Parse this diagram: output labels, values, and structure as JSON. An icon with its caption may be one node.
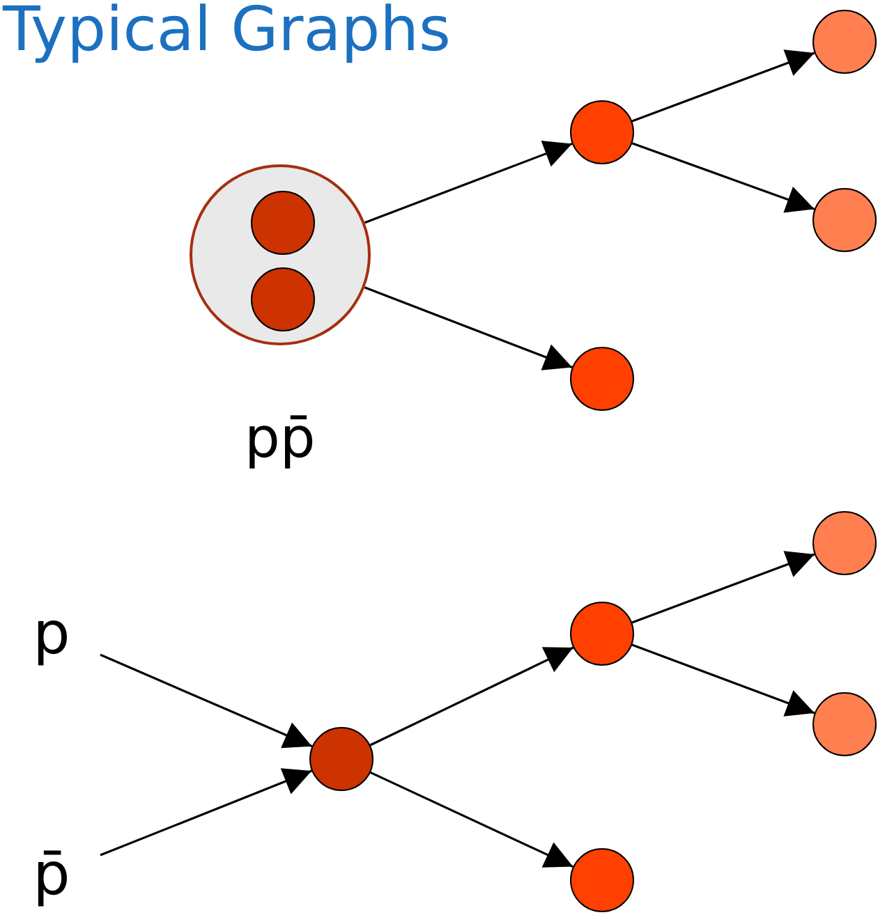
{
  "diagram": {
    "title": "Typical Graphs",
    "nodes": [
      {
        "text": [],
        "shape": "circle",
        "beside": [
          "pp̄"
        ]
      },
      {
        "text": [],
        "shape": "circle",
        "in": 0
      },
      {
        "text": [],
        "shape": "circle",
        "in": 0
      },
      {
        "text": [],
        "shape": "circle"
      },
      {
        "text": [],
        "shape": "circle"
      },
      {
        "text": [],
        "shape": "circle"
      },
      {
        "text": [],
        "shape": "circle"
      },
      {
        "text": [
          "p"
        ]
      },
      {
        "text": [],
        "shape": "circle"
      },
      {
        "text": [],
        "shape": "circle"
      },
      {
        "text": [],
        "shape": "circle"
      },
      {
        "text": [],
        "shape": "circle"
      },
      {
        "text": [],
        "shape": "circle"
      },
      {
        "text": [
          "p̄"
        ]
      }
    ],
    "edges": [
      {
        "from": 0,
        "to": 4,
        "arrow": "to"
      },
      {
        "from": 0,
        "to": 6,
        "arrow": "to"
      },
      {
        "from": 4,
        "to": 3,
        "arrow": "to"
      },
      {
        "from": 4,
        "to": 5,
        "arrow": "to"
      },
      {
        "from": 7,
        "to": 11,
        "arrow": "to"
      },
      {
        "from": 13,
        "to": 11,
        "arrow": "to"
      },
      {
        "from": 11,
        "to": 9,
        "arrow": "to"
      },
      {
        "from": 11,
        "to": 12,
        "arrow": "to"
      },
      {
        "from": 9,
        "to": 8,
        "arrow": "to"
      },
      {
        "from": 9,
        "to": 10,
        "arrow": "to"
      }
    ]
  }
}
